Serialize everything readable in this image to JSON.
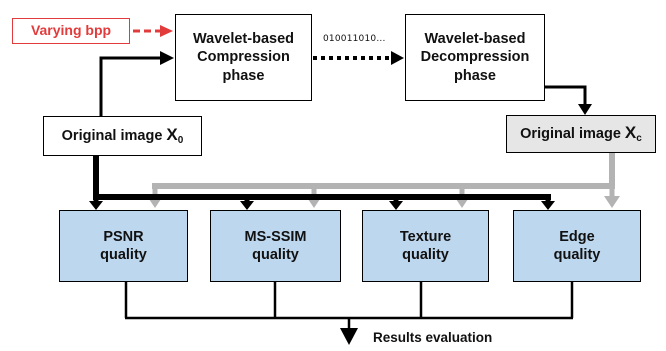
{
  "diagram": {
    "varying_bpp": "Varying bpp",
    "compression_line1": "Wavelet-based",
    "compression_line2": "Compression",
    "compression_line3": "phase",
    "bitstream": "010011010...",
    "decompression_line1": "Wavelet-based",
    "decompression_line2": "Decompression",
    "decompression_line3": "phase",
    "original_label": "Original image",
    "original_symbol": "X",
    "original_subscript": "0",
    "reconstructed_label": "Original image",
    "reconstructed_symbol": "X",
    "reconstructed_subscript": "c",
    "metrics": [
      {
        "line1": "PSNR",
        "line2": "quality"
      },
      {
        "line1": "MS-SSIM",
        "line2": "quality"
      },
      {
        "line1": "Texture",
        "line2": "quality"
      },
      {
        "line1": "Edge",
        "line2": "quality"
      }
    ],
    "results": "Results evaluation"
  },
  "colors": {
    "red_accent": "#e23b3b",
    "blue_box": "#bdd7ee",
    "gray_box": "#e6e6e6",
    "gray_line": "#b3b3b3",
    "black_line": "#000000"
  }
}
